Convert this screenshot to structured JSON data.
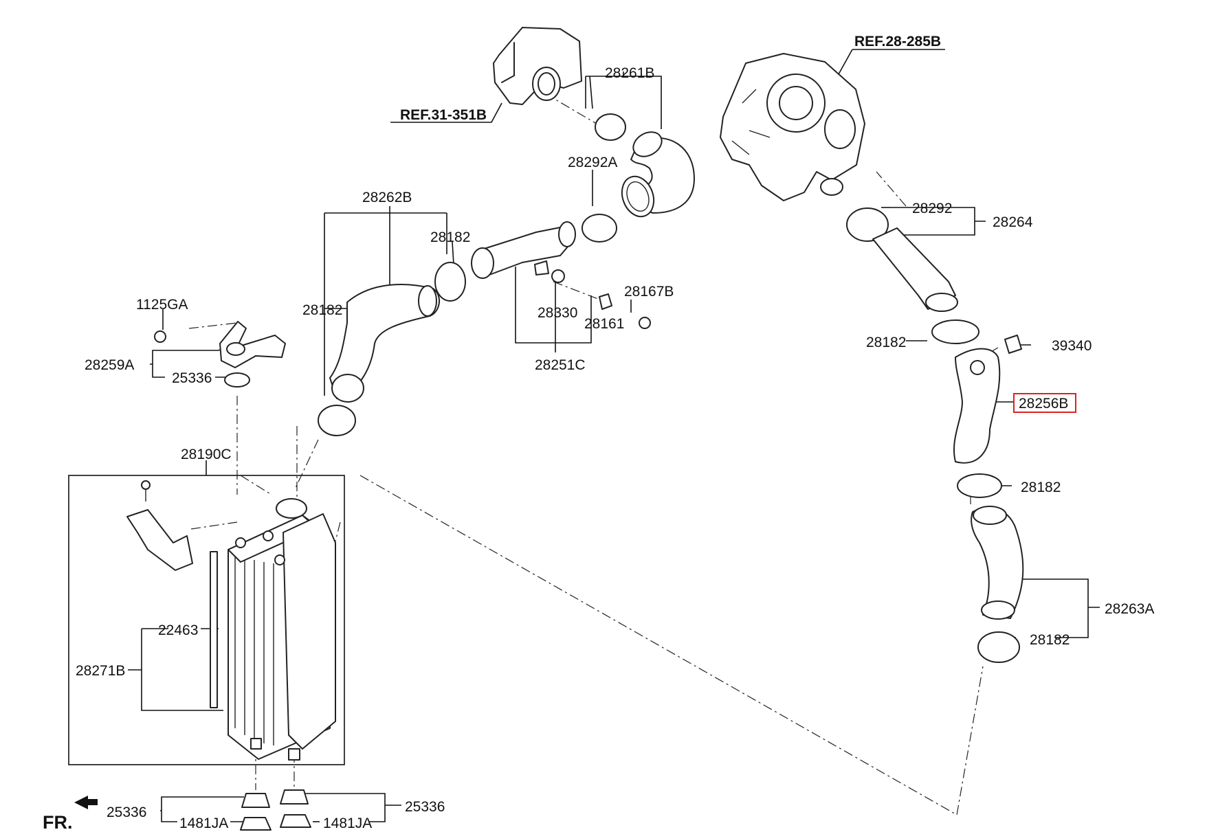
{
  "highlight_color": "#e0201c",
  "orientation_label": "FR.",
  "references": [
    {
      "id": "ref-31",
      "text": "REF.31-351B"
    },
    {
      "id": "ref-28",
      "text": "REF.28-285B"
    }
  ],
  "labels": {
    "l_28261B": "28261B",
    "l_28292A": "28292A",
    "l_28262B": "28262B",
    "l_28182_a": "28182",
    "l_28182_b": "28182",
    "l_28182_c": "28182",
    "l_28182_d": "28182",
    "l_28182_e": "28182",
    "l_1125GA": "1125GA",
    "l_28259A": "28259A",
    "l_25336_a": "25336",
    "l_28330": "28330",
    "l_28167B": "28167B",
    "l_28161": "28161",
    "l_28251C": "28251C",
    "l_28292": "28292",
    "l_28264": "28264",
    "l_39340": "39340",
    "l_28256B": "28256B",
    "l_28190C": "28190C",
    "l_28263A": "28263A",
    "l_22463": "22463",
    "l_28271B": "28271B",
    "l_25336_b": "25336",
    "l_25336_c": "25336",
    "l_1481JA_a": "1481JA",
    "l_1481JA_b": "1481JA"
  }
}
